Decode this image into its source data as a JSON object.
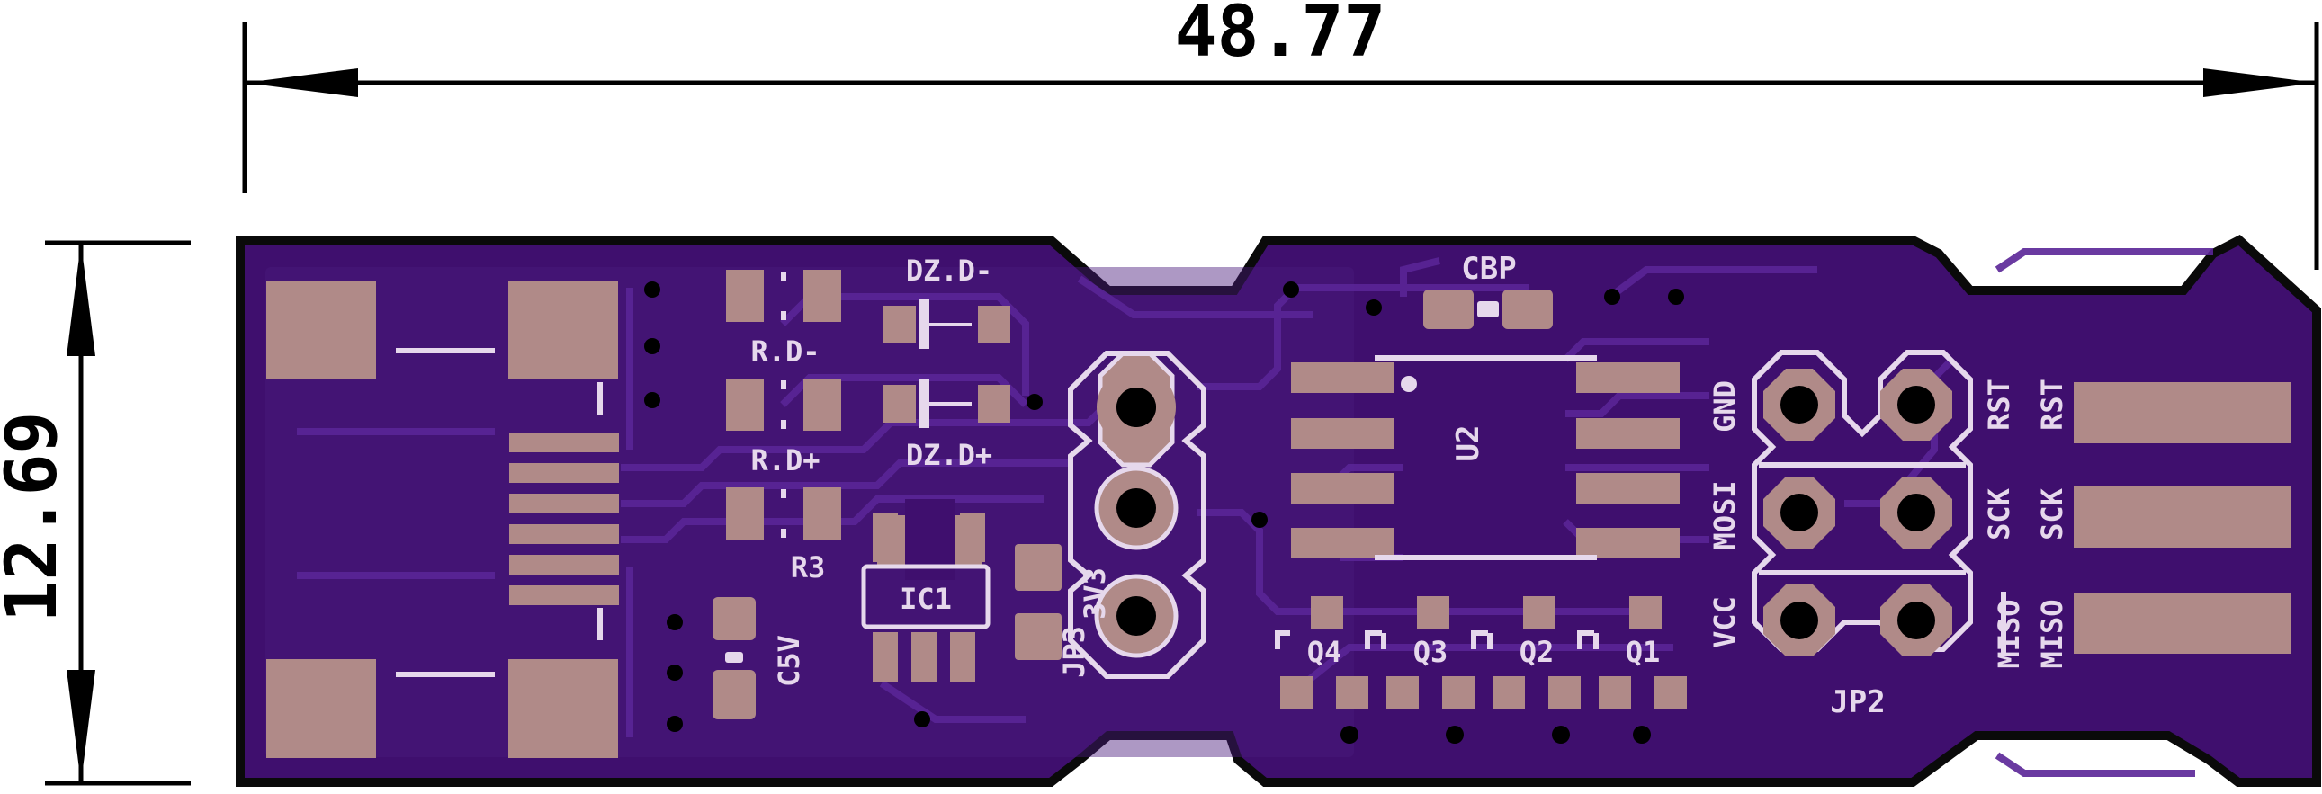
{
  "dimensions": {
    "width_label": "48.77",
    "height_label": "12.69"
  },
  "colors": {
    "board": "#3f0f6e",
    "board_dark": "#2e0856",
    "outline": "#0a0a0a",
    "trace": "#55208c",
    "pad": "#b08a88",
    "silk": "#e6d8ec",
    "hole": "#000000",
    "dimension": "#000000"
  },
  "labels": {
    "cbp": "CBP",
    "dz_d_minus": "DZ.D-",
    "dz_d_plus": "DZ.D+",
    "r_d_minus": "R.D-",
    "r_d_plus": "R.D+",
    "r3": "R3",
    "ic1": "IC1",
    "c5v": "C5V",
    "jp3": "JP3",
    "v3": "3V3",
    "u2": "U2",
    "q4": "Q4",
    "q3": "Q3",
    "q2": "Q2",
    "q1": "Q1",
    "jp2": "JP2",
    "gnd": "GND",
    "mosi": "MOSI",
    "vcc": "VCC",
    "rst_1": "RST",
    "sck_1": "SCK",
    "miso_1": "MISO",
    "rst_2": "RST",
    "sck_2": "SCK",
    "miso_2": "MISO"
  }
}
